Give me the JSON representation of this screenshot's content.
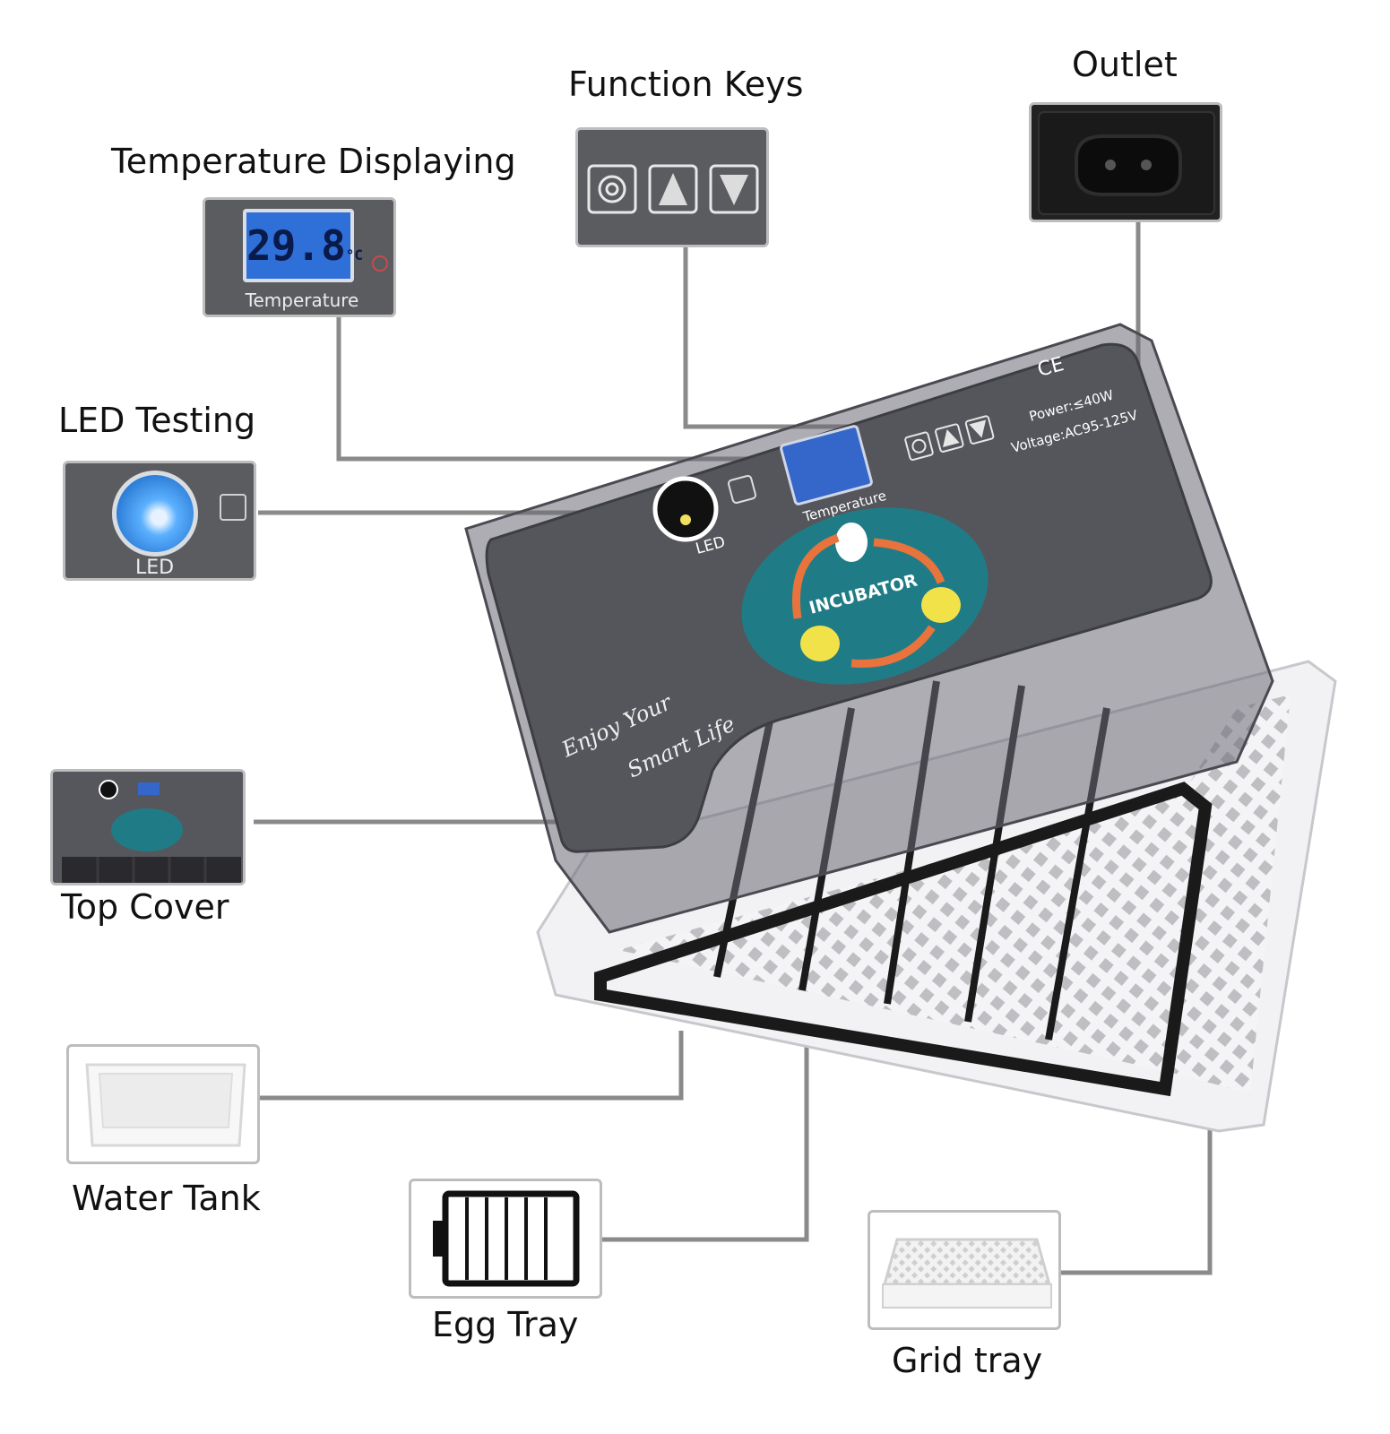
{
  "labels": {
    "function_keys": "Function Keys",
    "outlet": "Outlet",
    "temperature_displaying": "Temperature Displaying",
    "led_testing": "LED Testing",
    "top_cover": "Top Cover",
    "water_tank": "Water Tank",
    "egg_tray": "Egg Tray",
    "grid_tray": "Grid tray"
  },
  "panel": {
    "temperature_reading": "29.8",
    "temperature_unit": "°C",
    "temperature_caption": "Temperature",
    "led_caption": "LED",
    "power": "Power:≤40W",
    "voltage": "Voltage:AC95-125V",
    "ce_mark": "CE",
    "incubator": "INCUBATOR",
    "slogan_1": "Enjoy Your",
    "slogan_2": "Smart Life"
  },
  "colors": {
    "panel_gray": "#5b5c60",
    "lcd_blue": "#2f6fd8",
    "connector_gray": "#8a8a8a",
    "teal": "#1f7c86",
    "arrow_orange": "#e8733c"
  }
}
